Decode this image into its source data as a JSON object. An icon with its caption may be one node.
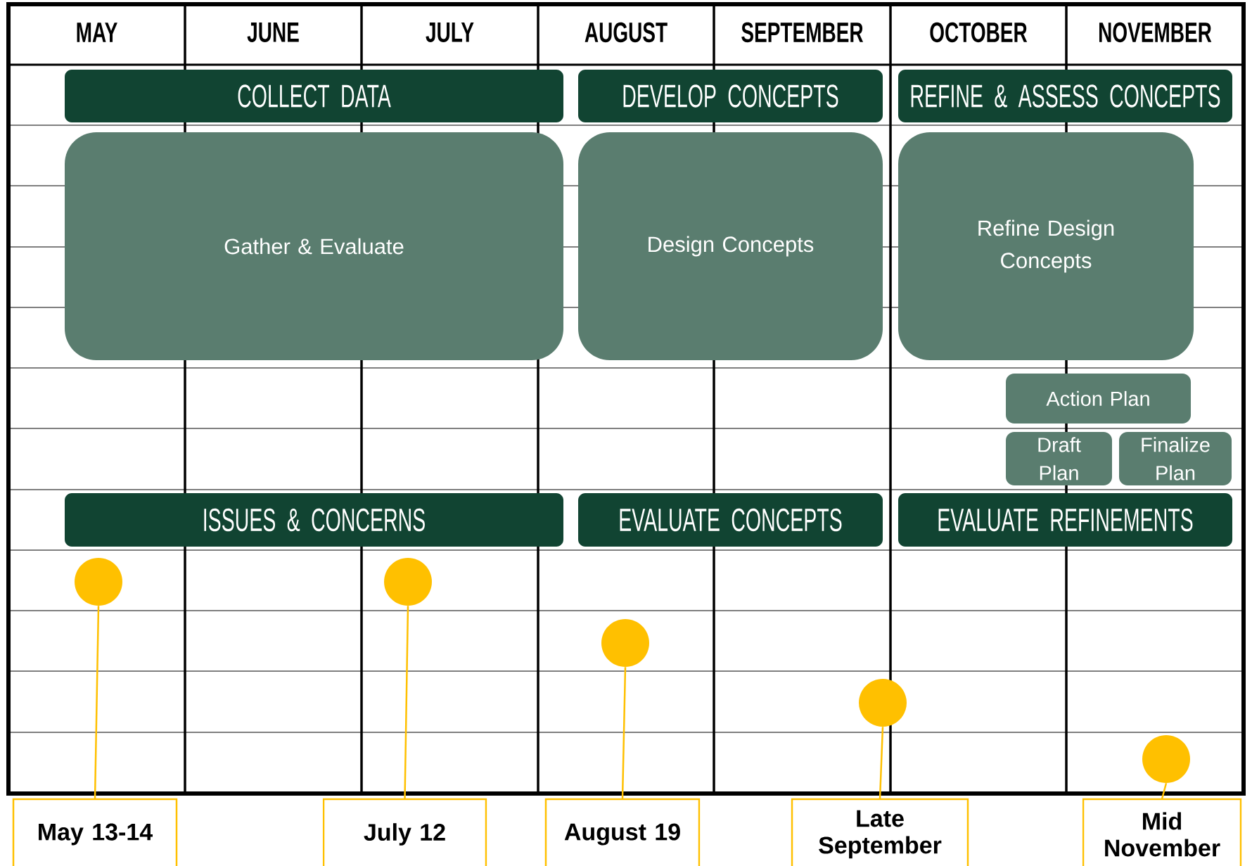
{
  "diagram": {
    "nodes": [
      {
        "text": [
          "COLLECT DATA"
        ]
      },
      {
        "text": [
          "DEVELOP CONCEPTS"
        ]
      },
      {
        "text": [
          "REFINE & ASSESS CONCEPTS"
        ]
      },
      {
        "text": [
          "Gather & Evaluate"
        ]
      },
      {
        "text": [
          "Design Concepts"
        ]
      },
      {
        "text": [
          "Refine Design Concepts"
        ]
      },
      {
        "text": [
          "Action Plan"
        ]
      },
      {
        "text": [
          "Draft Plan"
        ]
      },
      {
        "text": [
          "Finalize Plan"
        ]
      },
      {
        "text": [
          "ISSUES & CONCERNS"
        ]
      },
      {
        "text": [
          "EVALUATE CONCEPTS"
        ]
      },
      {
        "text": [
          "EVALUATE REFINEMENTS"
        ]
      },
      {
        "text": [],
        "shape": "circle"
      },
      {
        "text": [],
        "shape": "circle"
      },
      {
        "text": [],
        "shape": "circle"
      },
      {
        "text": [],
        "shape": "circle"
      },
      {
        "text": [],
        "shape": "circle"
      },
      {
        "text": [
          "May 13-14"
        ]
      },
      {
        "text": [
          "July 12"
        ]
      },
      {
        "text": [
          "August 19"
        ]
      },
      {
        "text": [
          "Late September"
        ]
      },
      {
        "text": [
          "Mid November"
        ]
      }
    ],
    "edges": [
      {
        "from": 17,
        "to": 12,
        "arrow": "none"
      },
      {
        "from": 18,
        "to": 13,
        "arrow": "none"
      },
      {
        "from": 19,
        "to": 14,
        "arrow": "none"
      },
      {
        "from": 20,
        "to": 15,
        "arrow": "none"
      },
      {
        "from": 21,
        "to": 16,
        "arrow": "none"
      }
    ],
    "labels": [
      "MAY",
      "JUNE",
      "JULY",
      "AUGUST",
      "SEPTEMBER",
      "OCTOBER",
      "NOVEMBER"
    ]
  }
}
